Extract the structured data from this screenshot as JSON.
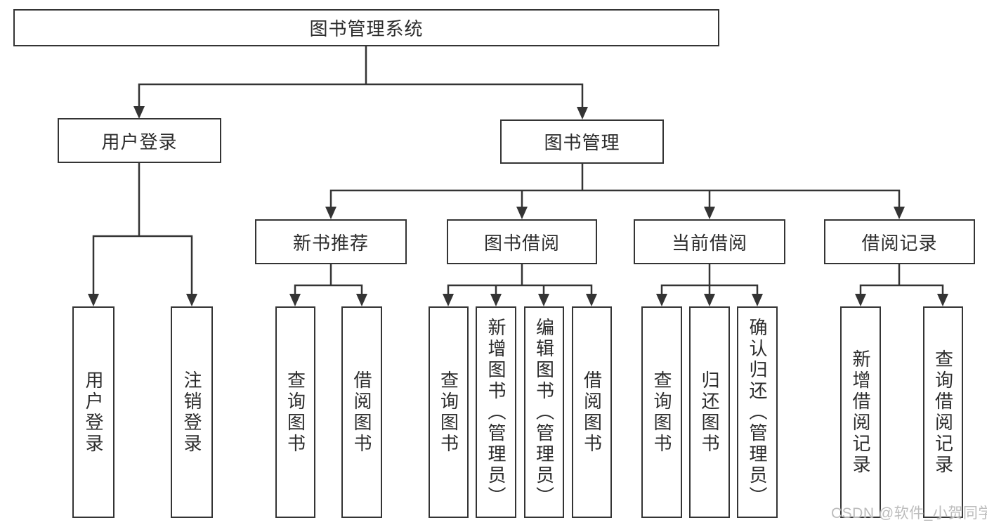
{
  "colors": {
    "line": "#343434",
    "text": "#2c2c2c",
    "watermark": "#bcbcbc",
    "background": "#ffffff"
  },
  "watermark": {
    "text": "CSDN @软件_小贺同学"
  },
  "tree": {
    "label": "图书管理系统",
    "children": [
      {
        "label": "用户登录",
        "children": [
          {
            "label": "用户登录"
          },
          {
            "label": "注销登录"
          }
        ]
      },
      {
        "label": "图书管理",
        "children": [
          {
            "label": "新书推荐",
            "children": [
              {
                "label": "查询图书"
              },
              {
                "label": "借阅图书"
              }
            ]
          },
          {
            "label": "图书借阅",
            "children": [
              {
                "label": "查询图书"
              },
              {
                "label": "新增图书（管理员）"
              },
              {
                "label": "编辑图书（管理员）"
              },
              {
                "label": "借阅图书"
              }
            ]
          },
          {
            "label": "当前借阅",
            "children": [
              {
                "label": "查询图书"
              },
              {
                "label": "归还图书"
              },
              {
                "label": "确认归还（管理员）"
              }
            ]
          },
          {
            "label": "借阅记录",
            "children": [
              {
                "label": "新增借阅记录"
              },
              {
                "label": "查询借阅记录"
              }
            ]
          }
        ]
      }
    ]
  }
}
